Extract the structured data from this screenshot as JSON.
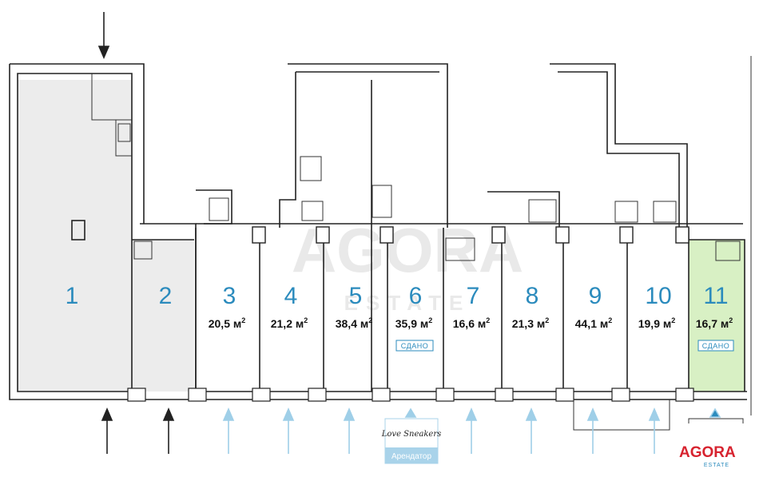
{
  "units": [
    {
      "number": "1",
      "area": "",
      "rented": false,
      "highlight": "gray"
    },
    {
      "number": "2",
      "area": "",
      "rented": false,
      "highlight": "gray"
    },
    {
      "number": "3",
      "area": "20,5 м",
      "rented": false,
      "highlight": "none"
    },
    {
      "number": "4",
      "area": "21,2 м",
      "rented": false,
      "highlight": "none"
    },
    {
      "number": "5",
      "area": "38,4 м",
      "rented": false,
      "highlight": "none"
    },
    {
      "number": "6",
      "area": "35,9 м",
      "rented": true,
      "highlight": "none"
    },
    {
      "number": "7",
      "area": "16,6 м",
      "rented": false,
      "highlight": "none"
    },
    {
      "number": "8",
      "area": "21,3 м",
      "rented": false,
      "highlight": "none"
    },
    {
      "number": "9",
      "area": "44,1 м",
      "rented": false,
      "highlight": "none"
    },
    {
      "number": "10",
      "area": "19,9 м",
      "rented": false,
      "highlight": "none"
    },
    {
      "number": "11",
      "area": "16,7 м",
      "rented": true,
      "highlight": "green"
    }
  ],
  "area_superscript": "2",
  "rented_label": "СДАНО",
  "tenant": {
    "name": "Love Sneakers",
    "label": "Арендатор"
  },
  "watermark": {
    "line1": "AGORA",
    "line2": "ESTATE"
  },
  "logo": {
    "main": "AGORA",
    "sub": "ESTATE"
  },
  "colors": {
    "accent": "#2b8bbd",
    "arrow_light": "#9fcfe8",
    "gray_fill": "#ececec",
    "green_fill": "#d8f0c4",
    "brand_red": "#d7232f",
    "tenant_box": "#a9d3ea"
  }
}
